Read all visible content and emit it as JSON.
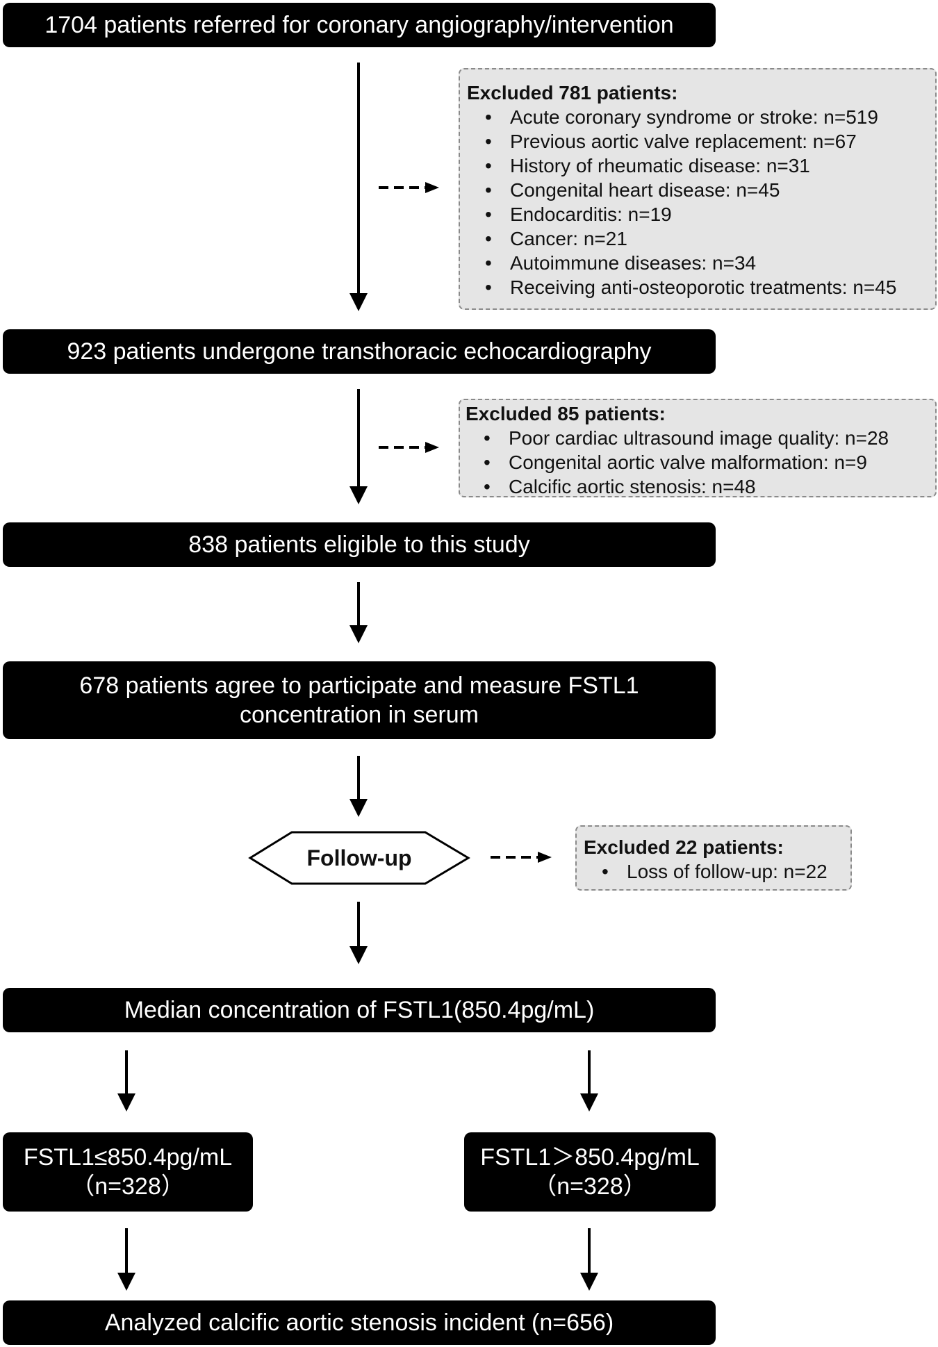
{
  "steps": {
    "referred": "1704 patients referred for coronary angiography/intervention",
    "echo": "923 patients undergone transthoracic echocardiography",
    "eligible": "838 patients eligible to this study",
    "agree_line1": "678 patients agree to participate and measure FSTL1",
    "agree_line2": "concentration in serum",
    "followup": "Follow-up",
    "median": "Median concentration of FSTL1(850.4pg/mL)",
    "low_line1": "FSTL1≤850.4pg/mL",
    "low_line2": "（n=328）",
    "high_line1": "FSTL1＞850.4pg/mL",
    "high_line2": "（n=328）",
    "analyzed": "Analyzed calcific aortic stenosis incident (n=656)"
  },
  "exclusions": {
    "first": {
      "title": "Excluded 781 patients:",
      "items": [
        "Acute coronary syndrome or stroke: n=519",
        "Previous aortic valve replacement: n=67",
        "History of rheumatic disease: n=31",
        "Congenital heart disease: n=45",
        "Endocarditis: n=19",
        "Cancer: n=21",
        "Autoimmune diseases: n=34",
        "Receiving anti-osteoporotic treatments: n=45"
      ]
    },
    "second": {
      "title": "Excluded 85 patients:",
      "items": [
        "Poor cardiac ultrasound image quality: n=28",
        "Congenital aortic valve malformation: n=9",
        "Calcific aortic stenosis: n=48"
      ]
    },
    "third": {
      "title": "Excluded 22 patients:",
      "items": [
        "Loss of follow-up: n=22"
      ]
    }
  },
  "colors": {
    "box_fill": "#000000",
    "box_text": "#ffffff",
    "exclusion_fill": "#e5e5e5",
    "exclusion_border": "#8a8a8a"
  }
}
